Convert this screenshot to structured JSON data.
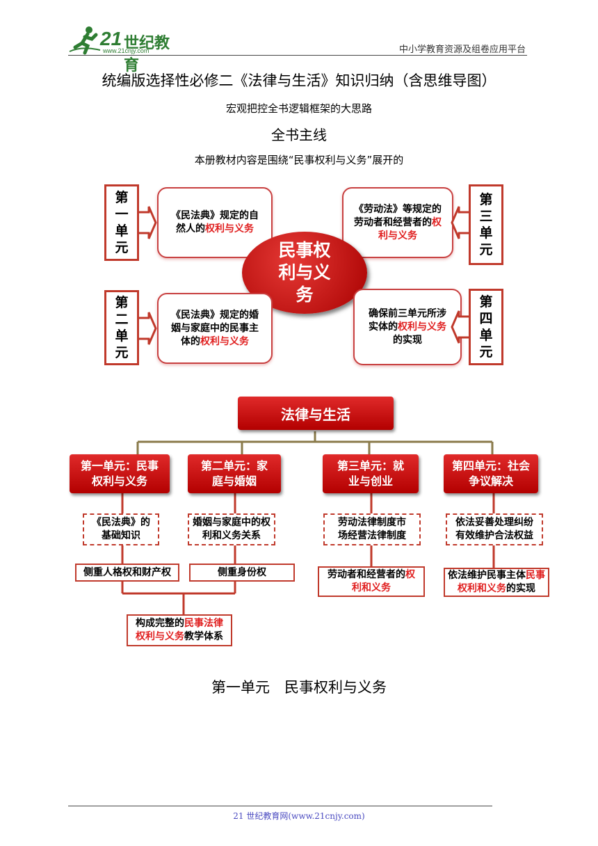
{
  "header": {
    "logo_number": "21",
    "logo_text": "世纪教育",
    "logo_url": "www.21cnjy.com",
    "platform": "中小学教育资源及组卷应用平台"
  },
  "doc": {
    "title": "统编版选择性必修二《法律与生活》知识归纳（含思维导图）",
    "subtitle": "宏观把控全书逻辑框架的大思路",
    "section_heading": "全书主线",
    "intro": "本册教材内容是围绕“民事权利与义务”展开的",
    "unit_heading": "第一单元　民事权利与义务"
  },
  "diagram1": {
    "center": "民事权利与义务",
    "units": [
      {
        "label": "第一单元",
        "text": "《民法典》规定的自然人的",
        "red": "权利与义务",
        "tail": ""
      },
      {
        "label": "第三单元",
        "text": "《劳动法》等规定的劳动者和经营者的",
        "red": "权利与义务",
        "tail": ""
      },
      {
        "label": "第二单元",
        "text": "《民法典》规定的婚姻与家庭中的民事主体的",
        "red": "权利与义务",
        "tail": ""
      },
      {
        "label": "第四单元",
        "text": "确保前三单元所涉实体的",
        "red": "权利与义务",
        "tail": "的实现"
      }
    ]
  },
  "diagram2": {
    "root": "法律与生活",
    "units": [
      {
        "title": "第一单元：民事权利与义务",
        "topic": "《民法典》的基础知识",
        "focus": "侧重人格权和财产权"
      },
      {
        "title": "第二单元：家庭与婚姻",
        "topic": "婚姻与家庭中的权利和义务关系",
        "focus": "侧重身份权"
      },
      {
        "title": "第三单元：就业与创业",
        "topic": "劳动法律制度市场经营法律制度",
        "focus_a": "劳动者和经营者的",
        "focus_red": "权利和义务"
      },
      {
        "title": "第四单元：社会争议解决",
        "topic": "依法妥善处理纠纷有效维护合法权益",
        "focus_a": "依法维护民事主体",
        "focus_red": "民事权利和义务",
        "focus_b": "的实现"
      }
    ],
    "summary_a": "构成完整的",
    "summary_red": "民事法律权利与义务",
    "summary_b": "教学体系"
  },
  "footer": {
    "text": "21 世纪教育网(www.21cnjy.com)"
  }
}
